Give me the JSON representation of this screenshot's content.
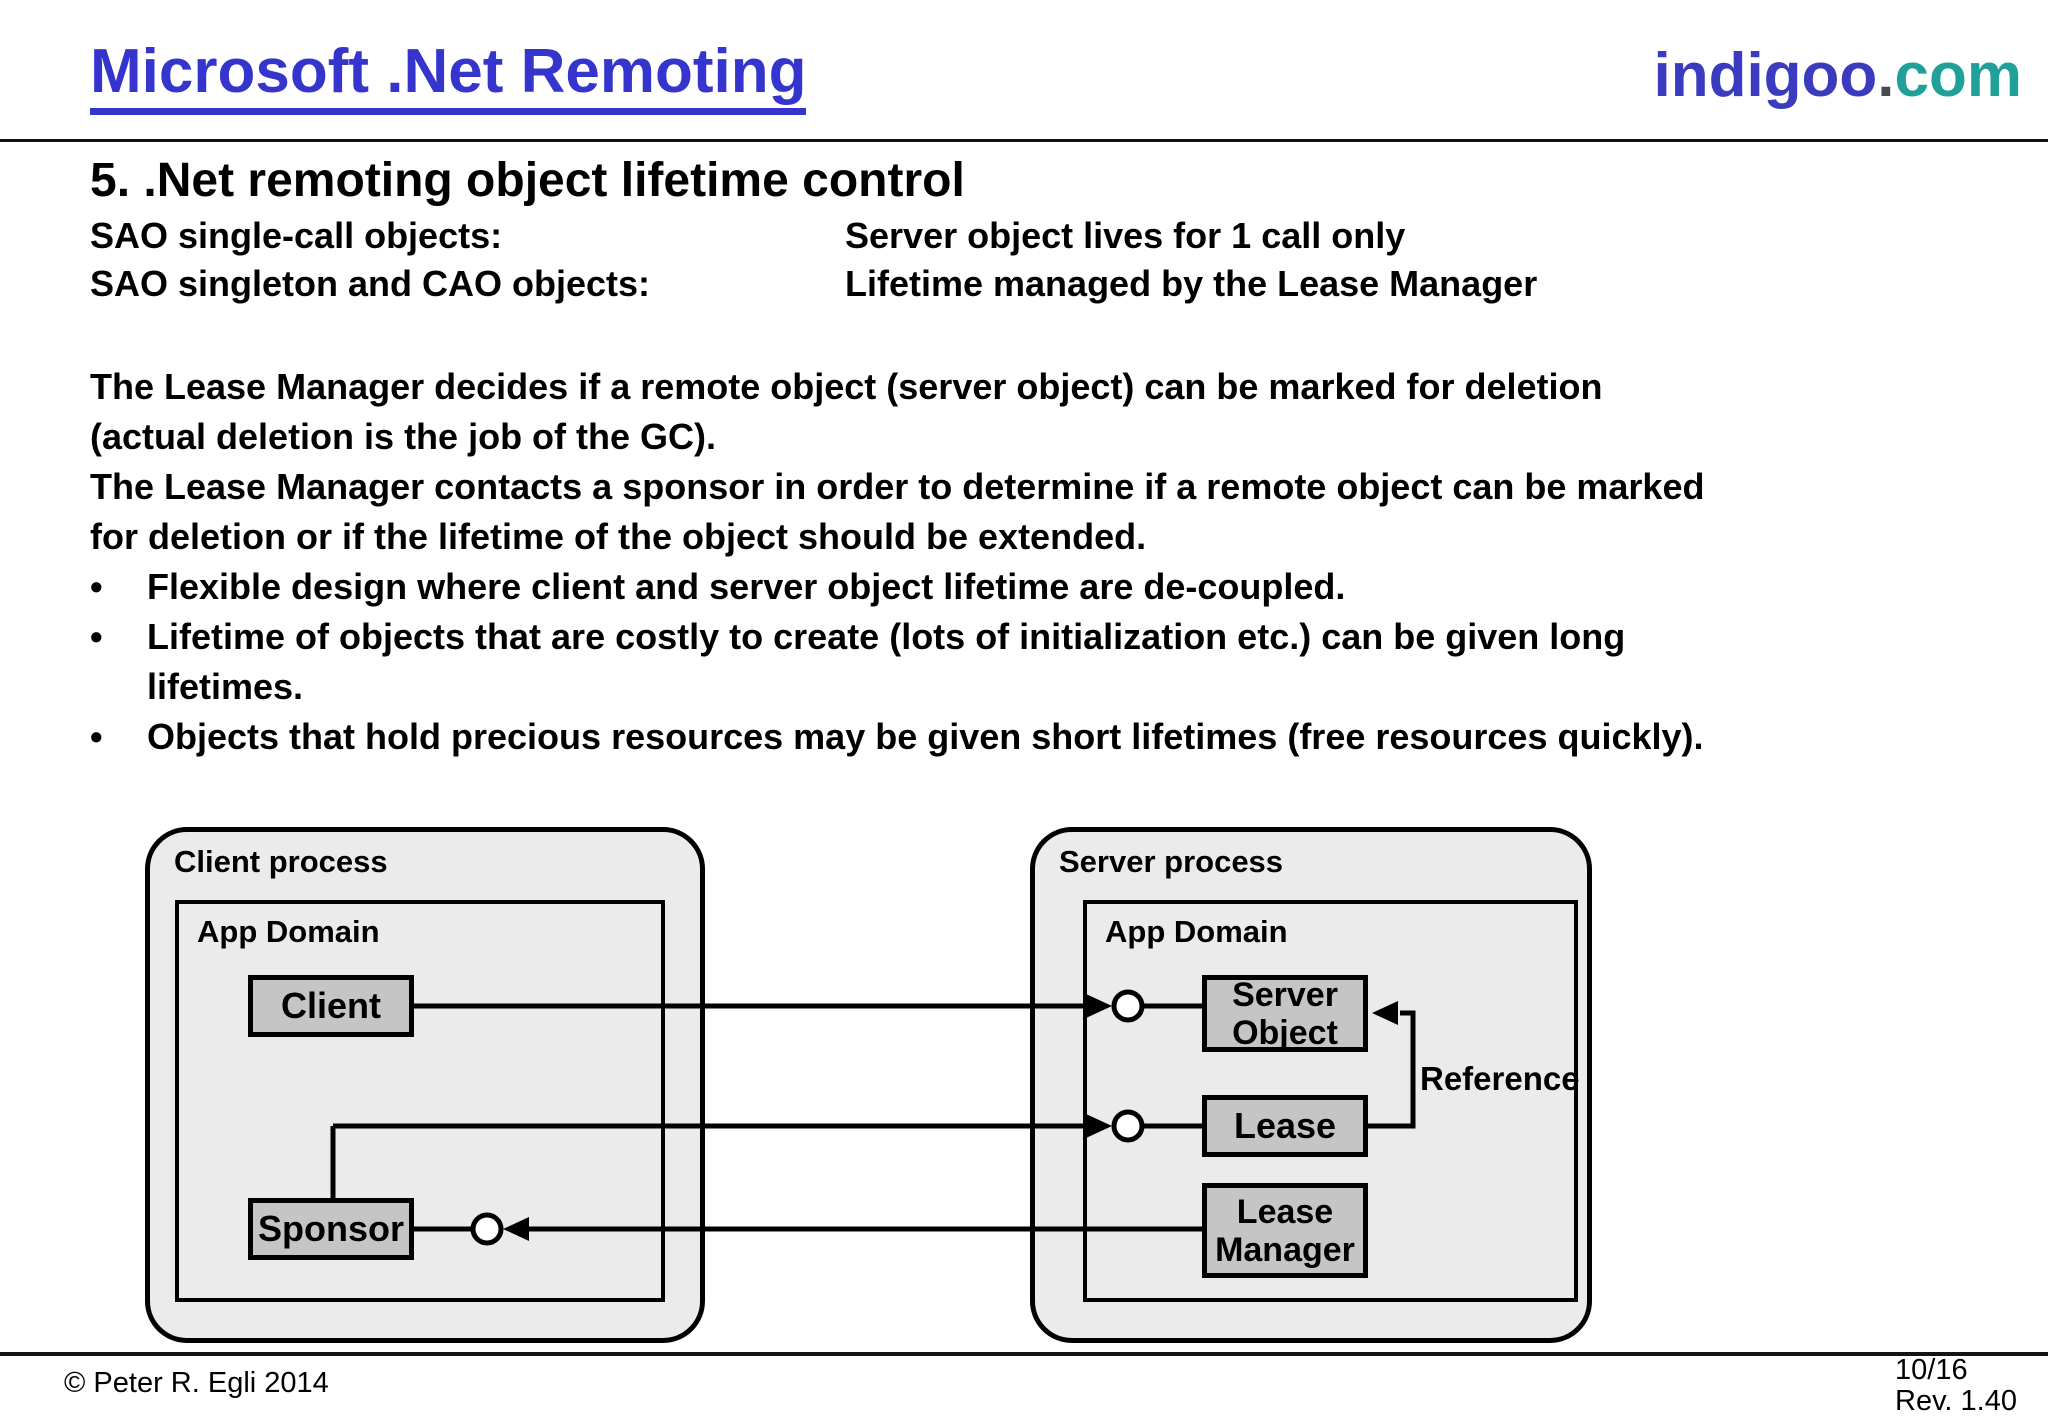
{
  "header": {
    "title": "Microsoft .Net Remoting",
    "brand": {
      "part1": "indigoo",
      "dot": ".",
      "part2": "com"
    }
  },
  "body": {
    "heading": "5. .Net remoting object lifetime control",
    "definitions": [
      {
        "term": "SAO single-call objects:",
        "desc": "Server object lives for 1 call only"
      },
      {
        "term": "SAO singleton and CAO objects:",
        "desc": "Lifetime managed by the Lease Manager"
      }
    ],
    "paragraph_lines": [
      "The Lease Manager decides if a remote object (server object) can be marked for deletion",
      "(actual deletion is the job of the GC).",
      "The Lease Manager contacts a sponsor in order to determine if a remote object can be marked",
      "for deletion or if the lifetime of the object should be extended."
    ],
    "bullets": [
      {
        "marker": "•",
        "lines": [
          "Flexible design where client and server object lifetime are de-coupled."
        ]
      },
      {
        "marker": "•",
        "lines": [
          "Lifetime of objects that are costly to create (lots of initialization etc.) can be given long",
          "lifetimes."
        ]
      },
      {
        "marker": "•",
        "lines": [
          "Objects that hold precious resources may be given short lifetimes (free resources quickly)."
        ]
      }
    ]
  },
  "diagram": {
    "client_process": {
      "label": "Client process",
      "app_domain_label": "App Domain",
      "client_node": "Client",
      "sponsor_node": "Sponsor"
    },
    "server_process": {
      "label": "Server process",
      "app_domain_label": "App Domain",
      "server_object_node": {
        "line1": "Server",
        "line2": "Object"
      },
      "lease_node": "Lease",
      "lease_manager_node": {
        "line1": "Lease",
        "line2": "Manager"
      }
    },
    "reference_label": "Reference"
  },
  "footer": {
    "copyright": "© Peter R. Egli 2014",
    "page": "10/16",
    "revision": "Rev. 1.40"
  },
  "colors": {
    "title_blue": "#3535CD",
    "brand_blue": "#3B3BBF",
    "brand_dot_gray": "#4A4A4A",
    "brand_teal": "#1FA099",
    "process_fill": "#EBEBEB",
    "node_fill": "#C5C5C5",
    "line_black": "#000000"
  }
}
